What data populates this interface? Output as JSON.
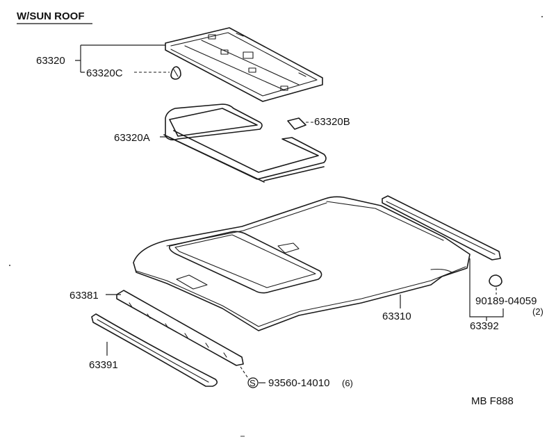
{
  "header": {
    "title": "W/SUN ROOF"
  },
  "parts": {
    "p63320": "63320",
    "p63320C": "63320C",
    "p63320B": "63320B",
    "p63320A": "63320A",
    "p63381": "63381",
    "p63310": "63310",
    "p90189": "90189-04059",
    "p90189_qty": "(2)",
    "p63392": "63392",
    "p63391": "63391",
    "screw_symbol": "S",
    "p93560": "93560-14010",
    "p93560_qty": "(6)"
  },
  "footer": {
    "code": "MB F888"
  }
}
